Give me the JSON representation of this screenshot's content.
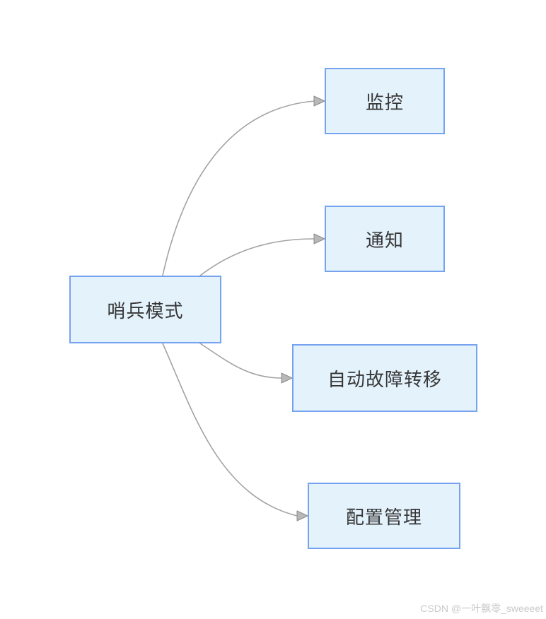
{
  "diagram": {
    "root": {
      "id": "sentinel",
      "label": "哨兵模式"
    },
    "children": [
      {
        "id": "monitoring",
        "label": "监控"
      },
      {
        "id": "notification",
        "label": "通知"
      },
      {
        "id": "failover",
        "label": "自动故障转移"
      },
      {
        "id": "config",
        "label": "配置管理"
      }
    ],
    "edges": [
      {
        "from": "sentinel",
        "to": "monitoring"
      },
      {
        "from": "sentinel",
        "to": "notification"
      },
      {
        "from": "sentinel",
        "to": "failover"
      },
      {
        "from": "sentinel",
        "to": "config"
      }
    ]
  },
  "watermark": "CSDN @一叶飘零_sweeeet",
  "colors": {
    "background": "#ffffff",
    "node_fill": "#e4f2fc",
    "node_border": "#76a3f0",
    "node_text": "#363636",
    "edge": "#a3a3a3",
    "arrow_fill": "#b8b8b8",
    "arrow_stroke": "#8c8c8c",
    "watermark": "#c9c9c9"
  }
}
